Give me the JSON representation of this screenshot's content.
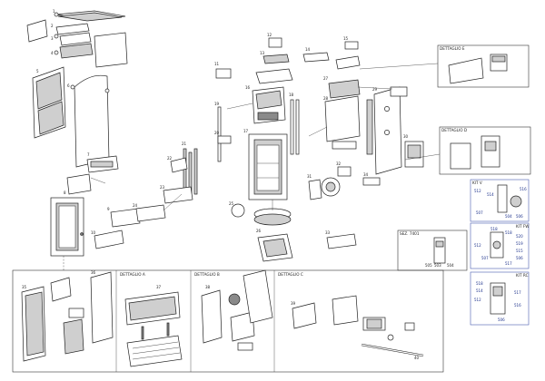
{
  "colors": {
    "ink": "#222222",
    "blue_text": "#1a2f8a",
    "blue_frame": "#4a5bb0",
    "fill_grey": "#cfcfcf"
  },
  "boxes": {
    "dettaglio_a": "DETTAGLIO A",
    "dettaglio_b": "DETTAGLIO B",
    "dettaglio_c": "DETTAGLIO C",
    "dettaglio_e": "DETTAGLIO E",
    "dettaglio_d": "DETTAGLIO D",
    "kit_v": "KIT V",
    "kit_fw": "KIT FW",
    "kit_rc": "KIT RC",
    "sez": "SEZ. 7401"
  },
  "kit_labels": {
    "kit_v": [
      "512",
      "514",
      "516",
      "507",
      "504",
      "506"
    ],
    "kit_fw": [
      "518",
      "518",
      "520",
      "512",
      "519",
      "507",
      "515",
      "517",
      "506"
    ],
    "kit_rc": [
      "518",
      "514",
      "512",
      "517",
      "516",
      "506"
    ],
    "sez": [
      "505",
      "503",
      "504"
    ]
  },
  "callouts": [
    "1",
    "2",
    "3",
    "4",
    "5",
    "6",
    "7",
    "8",
    "9",
    "10",
    "11",
    "12",
    "13",
    "14",
    "15",
    "16",
    "17",
    "18",
    "19",
    "20",
    "21",
    "22",
    "23",
    "24",
    "25",
    "26",
    "27",
    "28",
    "29",
    "30",
    "31",
    "32",
    "33",
    "34",
    "35",
    "36",
    "37",
    "38",
    "39",
    "40"
  ]
}
